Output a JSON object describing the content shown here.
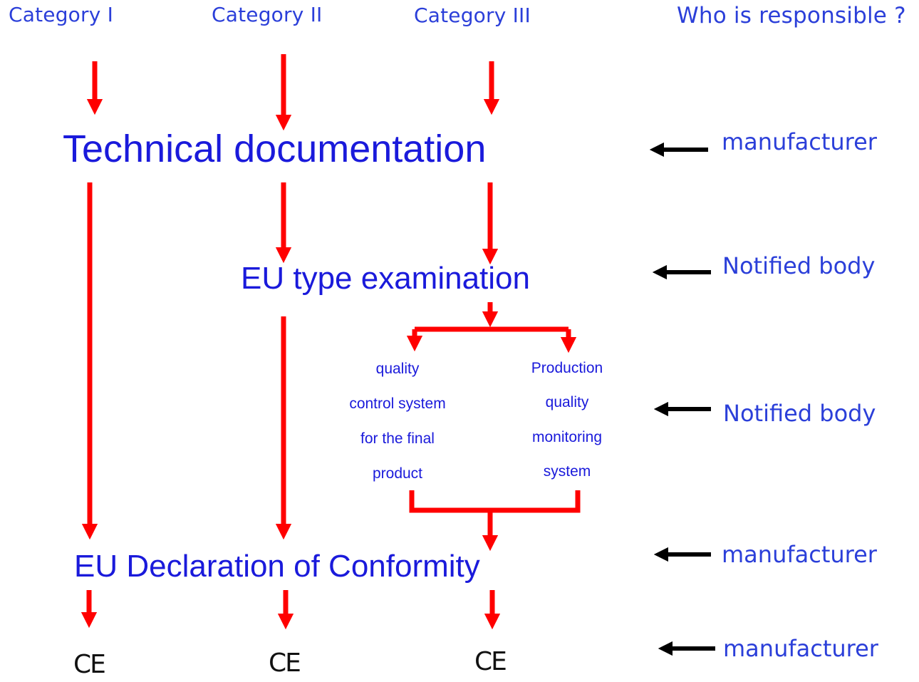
{
  "categories": {
    "cat1": "Category I",
    "cat2": "Category II",
    "cat3": "Category III"
  },
  "responsible_header": "Who is responsible ?",
  "steps": {
    "technical_documentation": "Technical documentation",
    "eu_type_examination": "EU type examination",
    "eu_declaration": "EU Declaration of Conformity"
  },
  "options": {
    "left": [
      "quality",
      "control system",
      "for the final",
      "product"
    ],
    "right": [
      "Production",
      "quality",
      "monitoring",
      "system"
    ]
  },
  "responsible": {
    "row1": "manufacturer",
    "row2": "Notified body",
    "row3": "Notified body",
    "row4": "manufacturer",
    "row5": "manufacturer"
  },
  "ce_mark": "CE",
  "colors": {
    "flow_arrow": "#ff0000",
    "responsibility_arrow": "#000000",
    "text": "#1a1adb"
  }
}
